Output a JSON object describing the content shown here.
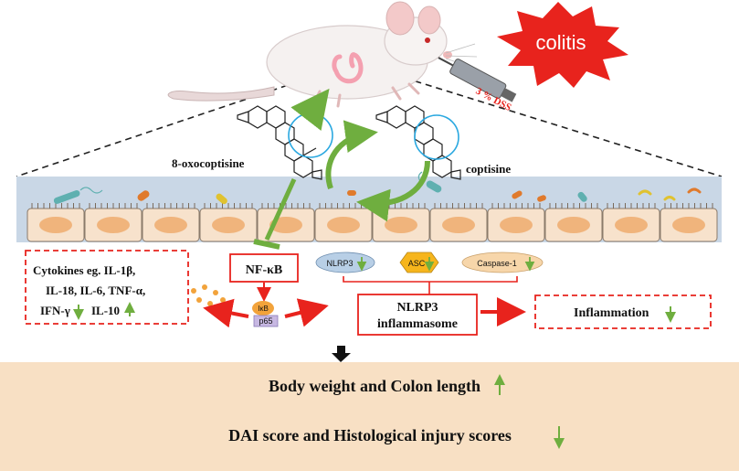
{
  "colitis_label": "colitis",
  "dss_label": "3 % DSS",
  "compounds": {
    "left": "8-oxocoptisine",
    "right": "coptisine"
  },
  "pathway": {
    "nfkb": "NF-κB",
    "ikb": "IκB",
    "p65": "p65",
    "nlrp3": "NLRP3",
    "asc": "ASC",
    "caspase": "Caspase-1",
    "inflammasome_line1": "NLRP3",
    "inflammasome_line2": "inflammasome",
    "inflammation": "Inflammation"
  },
  "cytokines": {
    "line1": "Cytokines  eg. IL-1β,",
    "line2": "IL-18, IL-6, TNF-α,",
    "line3a": "IFN-γ",
    "line3b": "IL-10"
  },
  "outcomes": {
    "line1": "Body weight  and Colon length",
    "line2": "DAI score and Histological injury scores"
  },
  "colors": {
    "red": "#e8231d",
    "green": "#6fae3f",
    "box_peach": "#f8e0c4",
    "tissue_blue": "#c9d7e6",
    "cell_fill": "#f7e2cc",
    "nucleus": "#f0b47c",
    "nlrp3_fill": "#b8cfe6",
    "asc_fill": "#f6b51c",
    "caspase_fill": "#f7d6aa",
    "ikb_fill": "#f2a33b",
    "p65_fill": "#c7b8e2"
  }
}
